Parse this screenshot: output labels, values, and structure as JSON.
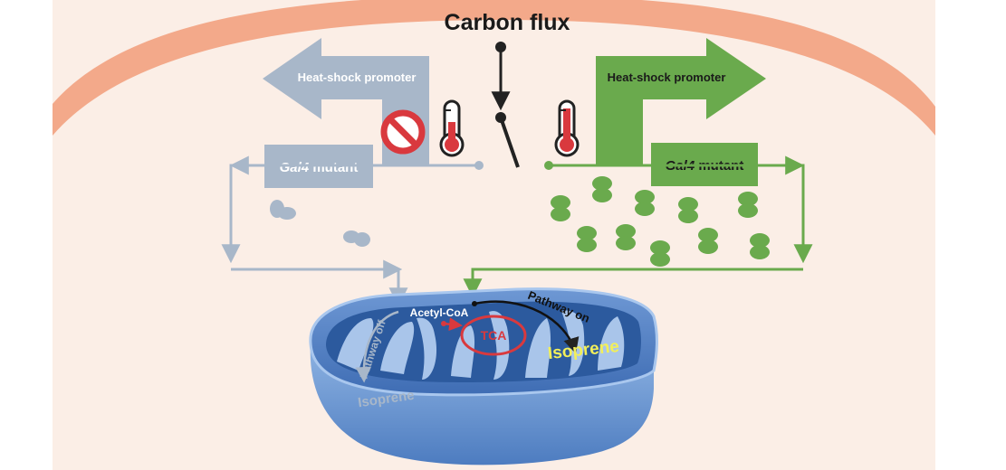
{
  "title": "Carbon flux",
  "left_promoter": {
    "label": "Heat-shock promoter",
    "mutant_gene": "Gal4",
    "mutant_suffix": " mutant",
    "state": "off"
  },
  "right_promoter": {
    "label": "Heat-shock promoter",
    "mutant_gene": "Gal4",
    "mutant_suffix": " mutant",
    "state": "on"
  },
  "mitochondrion": {
    "acetyl_coa": "Acetyl-CoA",
    "tca": "TCA",
    "pathway_off": "Pathway off",
    "pathway_on": "Pathway on",
    "isoprene_off": "Isoprene",
    "isoprene_on": "Isoprene"
  },
  "colors": {
    "background": "#fbeee6",
    "cell_membrane": "#f3a98a",
    "off_gray": "#a8b7c9",
    "on_green": "#6aaa4d",
    "tca_red": "#d9393e",
    "isoprene_yellow": "#f2ef5a",
    "mito_outer": "#5b86c5",
    "mito_inner": "#2c5a9e"
  },
  "icons": [
    "prohibited-icon",
    "thermometer-icon",
    "switch-icon",
    "dimer-protein-icon"
  ]
}
